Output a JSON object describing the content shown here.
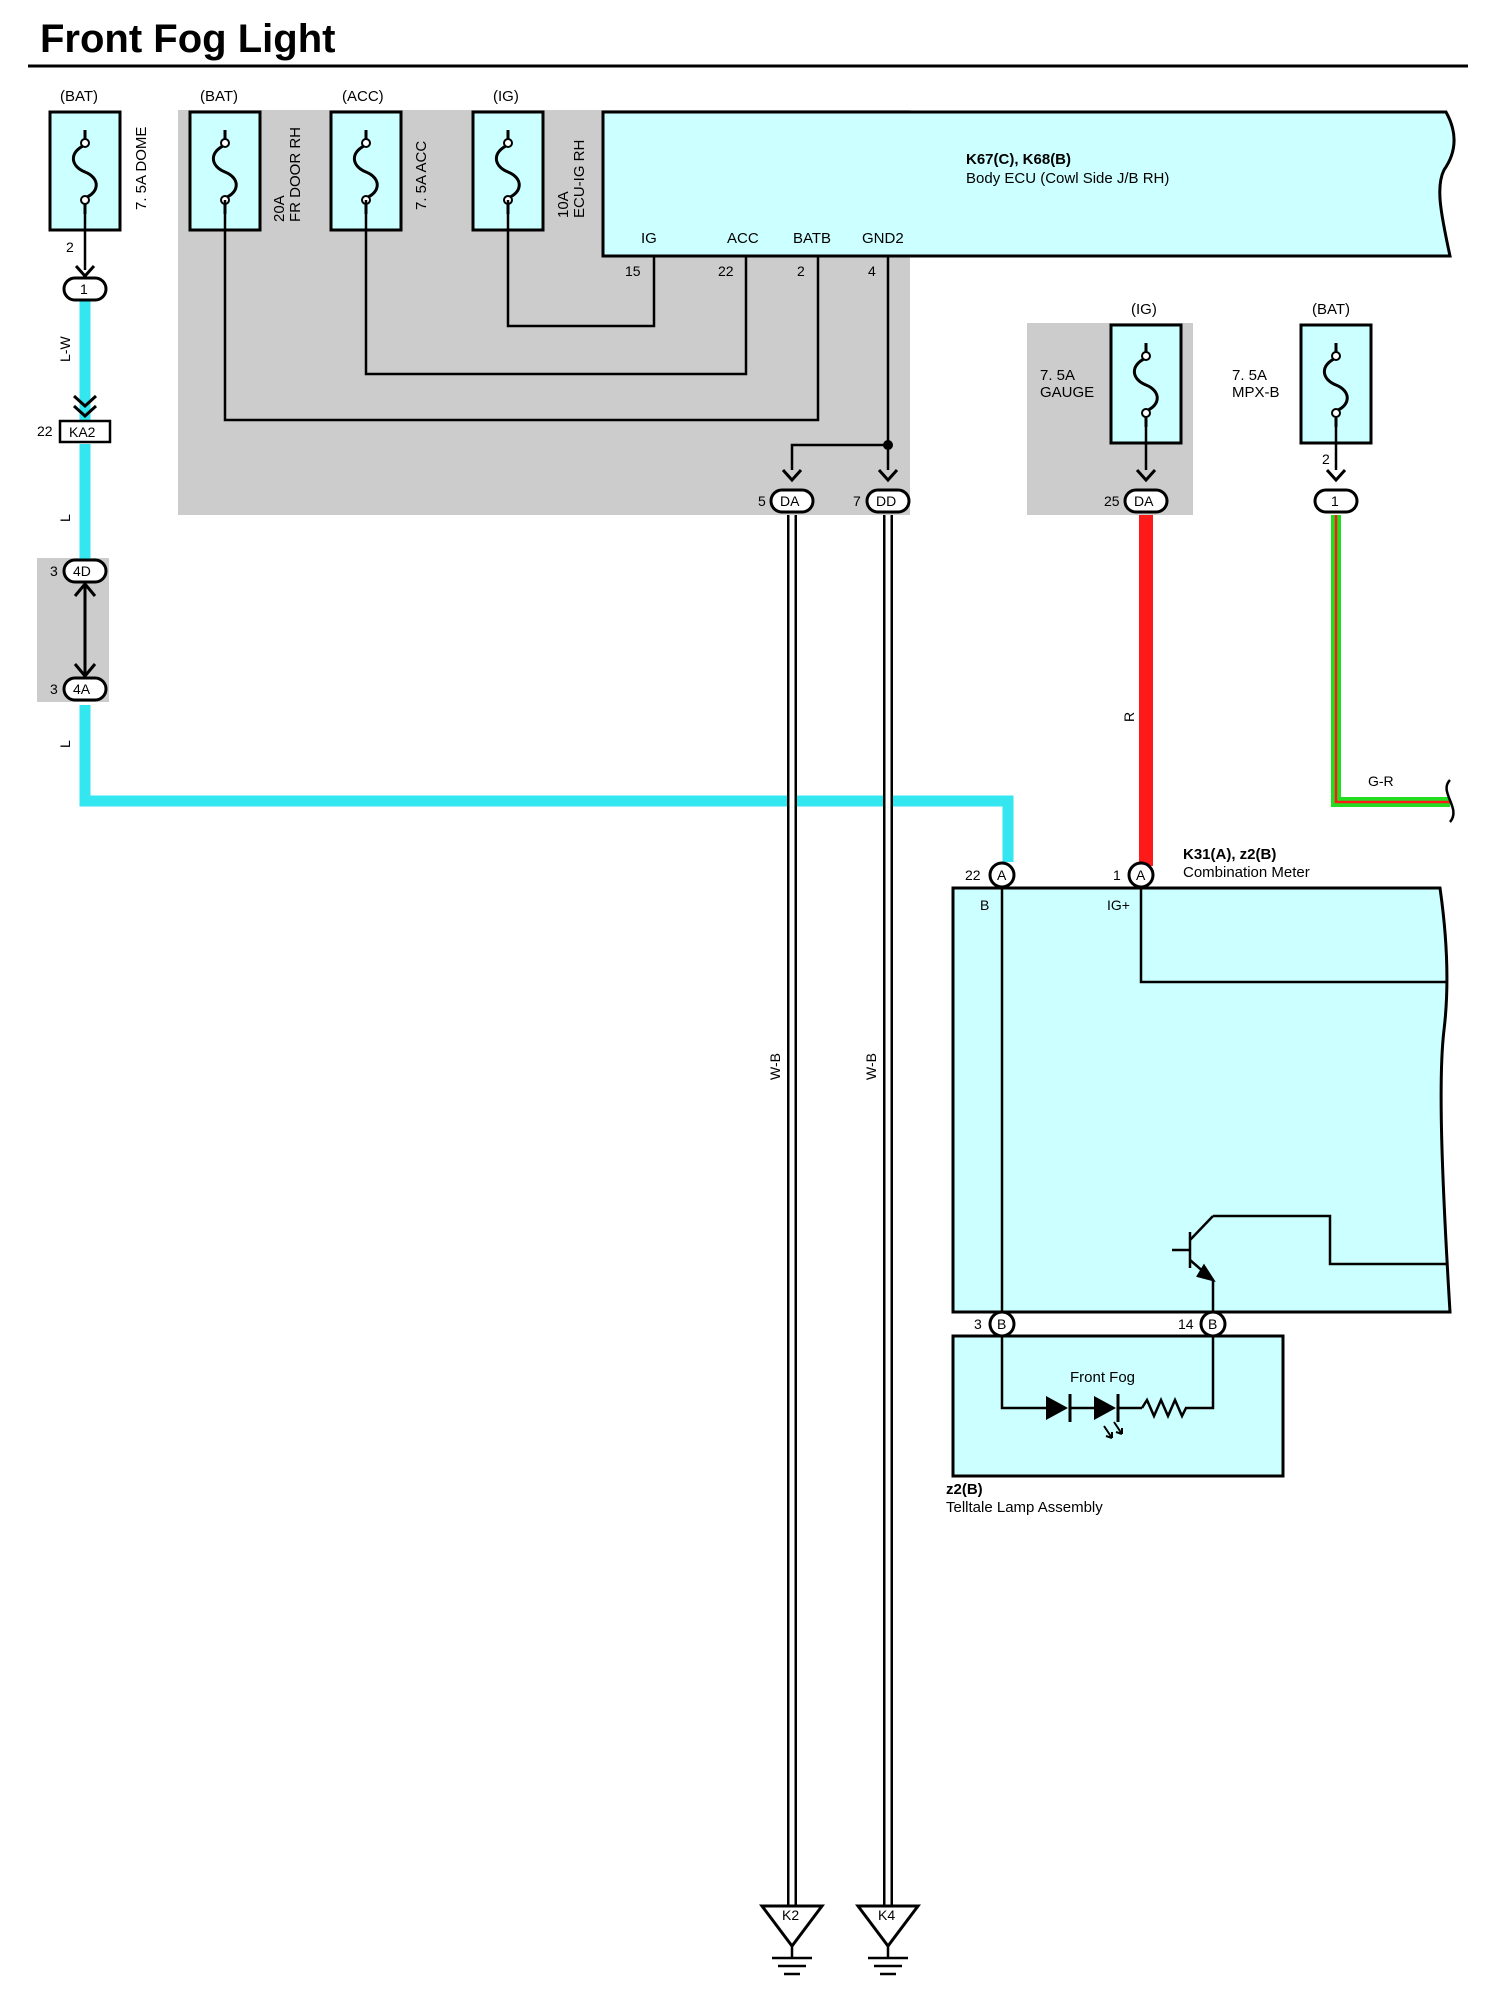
{
  "title": "Front Fog Light",
  "fuses": {
    "dome": {
      "supply": "(BAT)",
      "label": "7. 5A DOME",
      "pin": "2"
    },
    "fr_door": {
      "supply": "(BAT)",
      "amp": "20A",
      "label": "FR DOOR RH"
    },
    "acc": {
      "supply": "(ACC)",
      "label": "7. 5A ACC"
    },
    "ecu_ig": {
      "supply": "(IG)",
      "amp": "10A",
      "label": "ECU-IG RH"
    },
    "gauge": {
      "supply": "(IG)",
      "amp": "7. 5A",
      "label": "GAUGE"
    },
    "mpx": {
      "supply": "(BAT)",
      "amp": "7. 5A",
      "label": "MPX-B",
      "pin": "2"
    }
  },
  "body_ecu": {
    "code": "K67(C), K68(B)",
    "name": "Body ECU (Cowl Side J/B RH)",
    "terminals": [
      {
        "name": "IG",
        "pin": "15"
      },
      {
        "name": "ACC",
        "pin": "22"
      },
      {
        "name": "BATB",
        "pin": "2"
      },
      {
        "name": "GND2",
        "pin": "4"
      }
    ]
  },
  "connectors": {
    "c1_dome": "1",
    "ka2": {
      "id": "KA2",
      "pin": "22"
    },
    "c4d": {
      "id": "4D",
      "pin": "3"
    },
    "c4a": {
      "id": "4A",
      "pin": "3"
    },
    "da5": {
      "id": "DA",
      "pin": "5"
    },
    "dd7": {
      "id": "DD",
      "pin": "7"
    },
    "da25": {
      "id": "DA",
      "pin": "25"
    },
    "c1_mpx": "1",
    "meter_a22": {
      "id": "A",
      "pin": "22"
    },
    "meter_a1": {
      "id": "A",
      "pin": "1"
    },
    "meter_b3": {
      "id": "B",
      "pin": "3"
    },
    "meter_b14": {
      "id": "B",
      "pin": "14"
    }
  },
  "wires": {
    "lw": "L-W",
    "l1": "L",
    "l2": "L",
    "wb1": "W-B",
    "wb2": "W-B",
    "r": "R",
    "gr": "G-R"
  },
  "wire_colors": {
    "blue": "#33e6f0",
    "red": "#ff1a1a",
    "green": "#22dd22",
    "component_fill": "#ccffff",
    "shaded_area": "#cccccc"
  },
  "meter": {
    "code": "K31(A), z2(B)",
    "name": "Combination Meter",
    "term_b": "B",
    "term_ig": "IG+"
  },
  "telltale": {
    "code": "z2(B)",
    "name": "Telltale Lamp Assembly",
    "lamp": "Front Fog"
  },
  "grounds": [
    "K2",
    "K4"
  ],
  "icons": [
    "fuse-icon",
    "ground-icon",
    "diode-icon",
    "led-icon",
    "resistor-icon",
    "transistor-icon",
    "arrow-icon"
  ]
}
